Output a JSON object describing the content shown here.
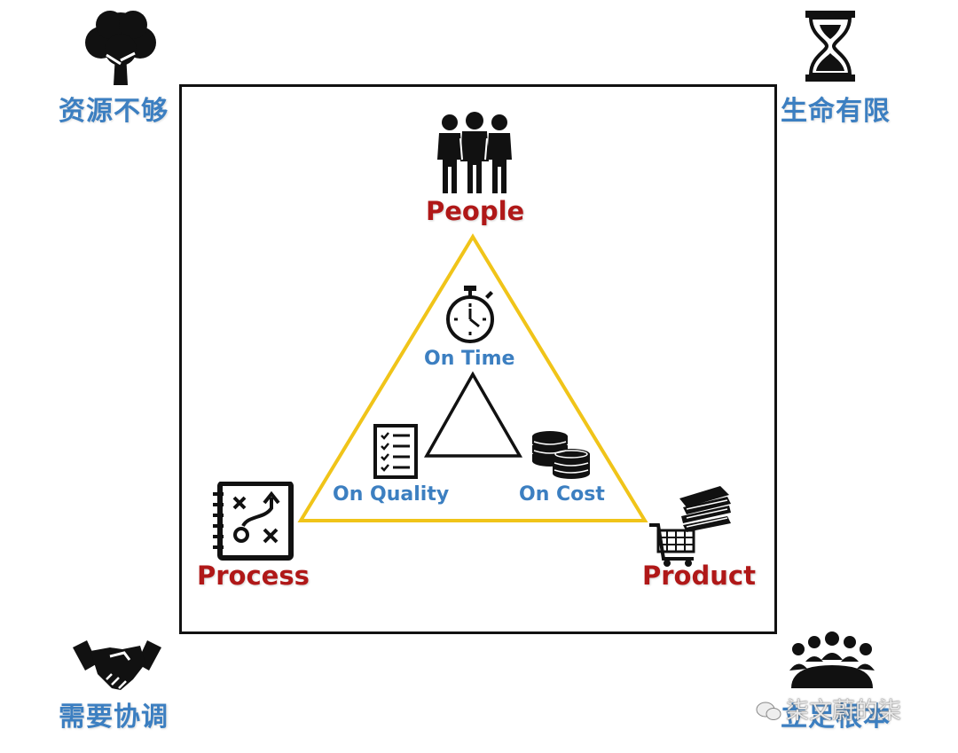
{
  "corners": {
    "top_left": {
      "label": "资源不够",
      "icon": "tree-icon"
    },
    "top_right": {
      "label": "生命有限",
      "icon": "hourglass-icon"
    },
    "bottom_left": {
      "label": "需要协调",
      "icon": "handshake-icon"
    },
    "bottom_right": {
      "label": "立足根本",
      "icon": "meeting-group-icon"
    }
  },
  "nodes": {
    "top": {
      "label": "People",
      "icon": "people-group-icon"
    },
    "left": {
      "label": "Process",
      "icon": "strategy-board-icon"
    },
    "right": {
      "label": "Product",
      "icon": "cart-with-books-icon"
    }
  },
  "goals": {
    "time": {
      "label": "On Time",
      "icon": "stopwatch-icon"
    },
    "quality": {
      "label": "On Quality",
      "icon": "checklist-icon"
    },
    "cost": {
      "label": "On Cost",
      "icon": "coin-stack-icon"
    }
  },
  "watermark": {
    "text": "柒文蔚的柒"
  },
  "colors": {
    "corner_label": "#3c7fc1",
    "node_label": "#b01818",
    "goal_label": "#3c7fc1",
    "triangle_outline": "#f0c419",
    "frame": "#111111"
  }
}
